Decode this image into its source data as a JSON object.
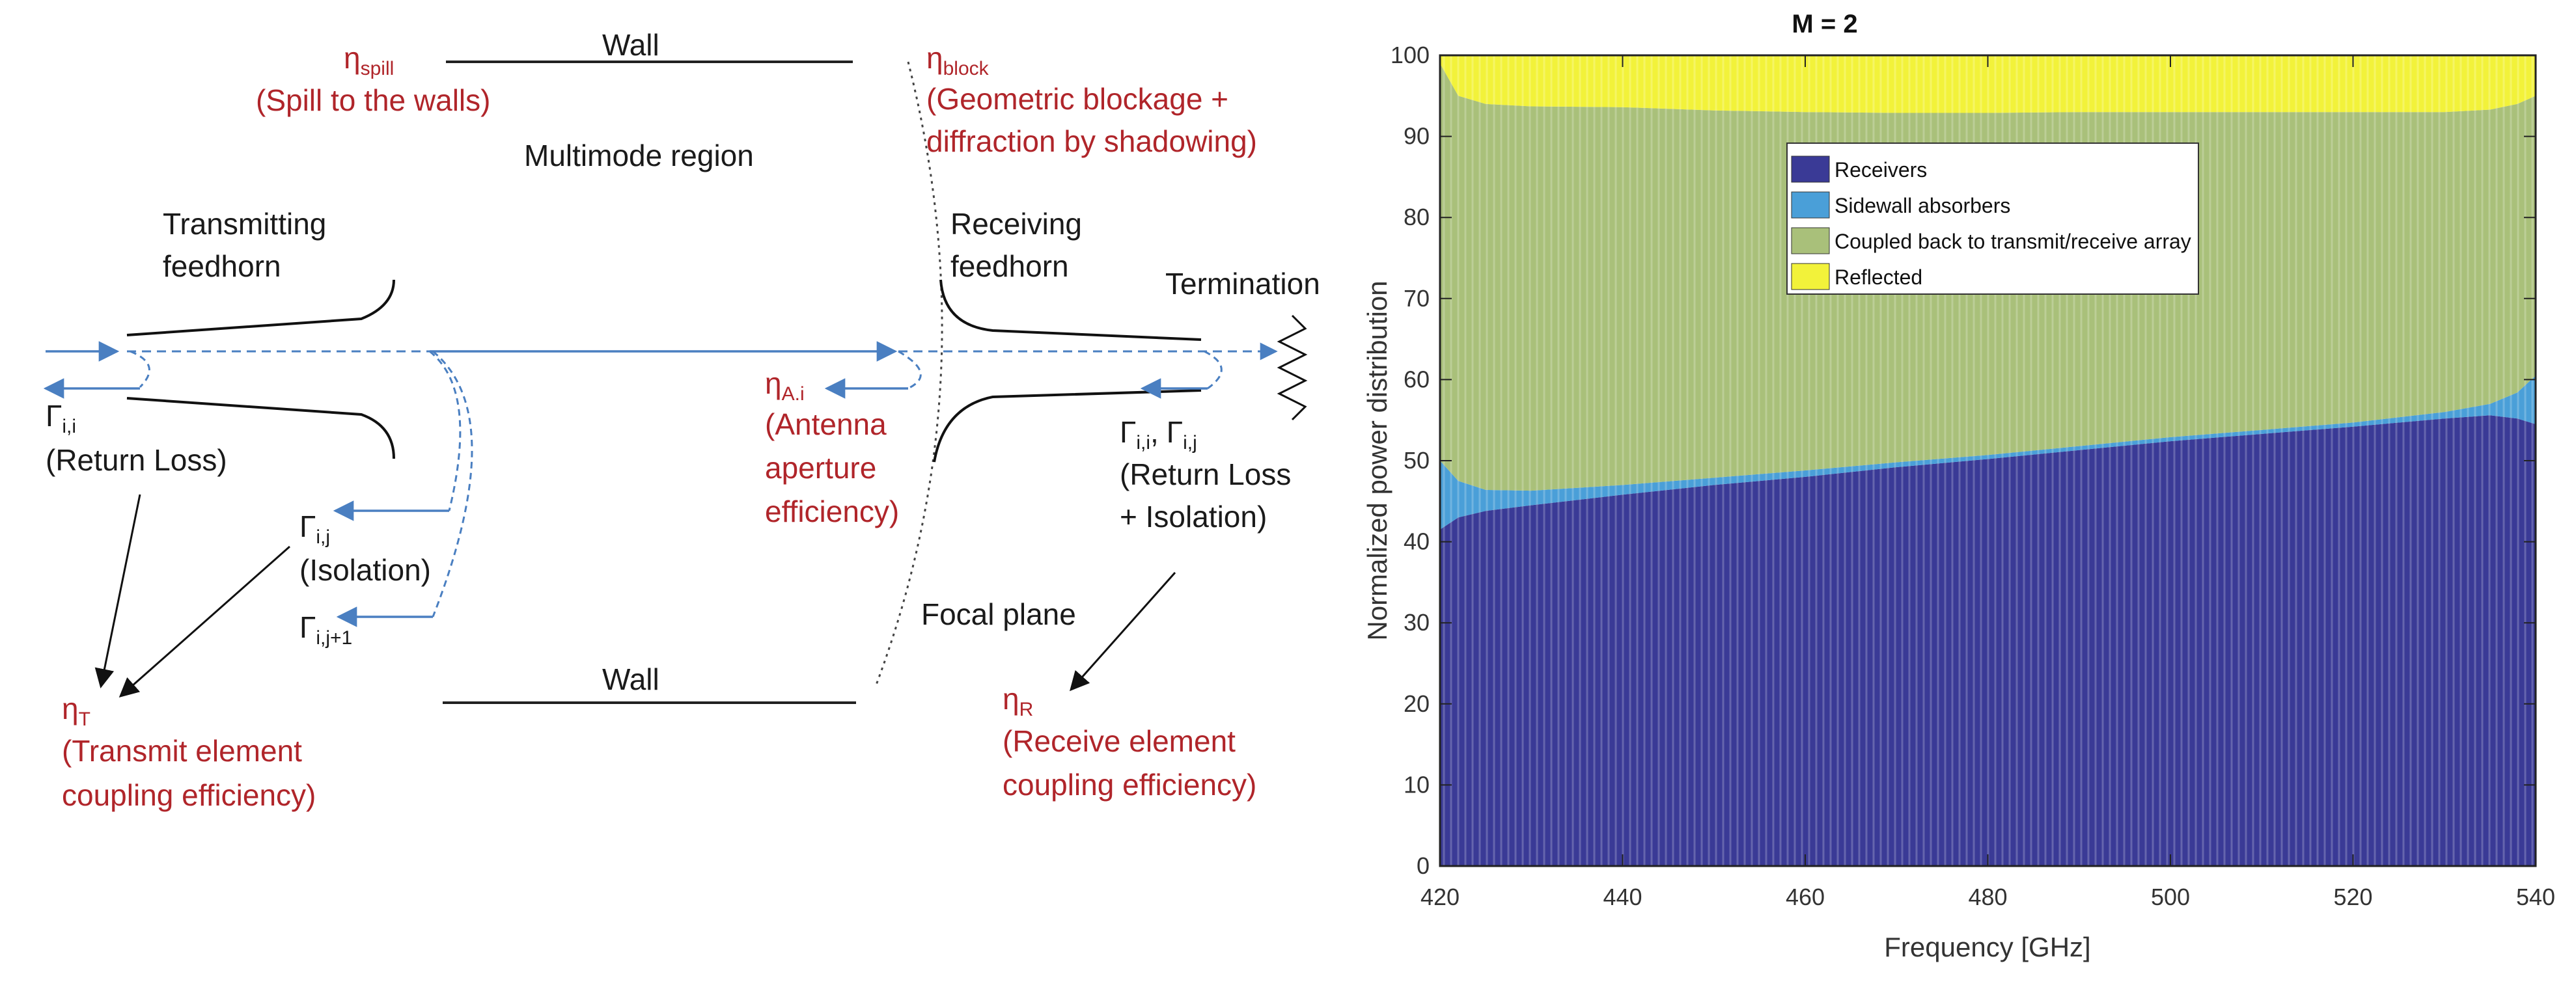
{
  "diagram": {
    "wall_top": "Wall",
    "wall_bottom": "Wall",
    "multimode_region": "Multimode region",
    "transmitting_feedhorn": [
      "Transmitting",
      "feedhorn"
    ],
    "receiving_feedhorn": [
      "Receiving",
      "feedhorn"
    ],
    "termination": "Termination",
    "focal_plane": "Focal plane",
    "eta_spill": {
      "symbol": "η",
      "sub": "spill",
      "desc": "(Spill to the walls)"
    },
    "eta_block": {
      "symbol": "η",
      "sub": "block",
      "desc": [
        "(Geometric blockage +",
        "diffraction by shadowing)"
      ]
    },
    "eta_aperture": {
      "symbol": "η",
      "sub": "A.i",
      "desc": [
        "(Antenna",
        "aperture",
        "efficiency)"
      ]
    },
    "eta_transmit": {
      "symbol": "η",
      "sub": "T",
      "desc": [
        "(Transmit element",
        "coupling efficiency)"
      ]
    },
    "eta_receive": {
      "symbol": "η",
      "sub": "R",
      "desc": [
        "(Receive element",
        "coupling efficiency)"
      ]
    },
    "gamma_return_loss": {
      "symbol": "Γ",
      "sub": "i,i",
      "desc": "(Return Loss)"
    },
    "gamma_isolation": {
      "symbol": "Γ",
      "sub": "i,j",
      "desc": "(Isolation)"
    },
    "gamma_next": {
      "symbol": "Γ",
      "sub": "i,j+1"
    },
    "gamma_receive_pair": {
      "symbol_a": "Γ",
      "sub_a": "i,i",
      "sep": ",",
      "symbol_b": "Γ",
      "sub_b": "i,j",
      "desc": [
        "(Return Loss",
        "+ Isolation)"
      ]
    },
    "colors": {
      "label_red": "#b0252a",
      "arrow_blue": "#4a7fc1",
      "text_dark": "#1a1a1a"
    }
  },
  "chart_data": {
    "type": "area",
    "title": "M = 2",
    "xlabel": "Frequency [GHz]",
    "ylabel": "Normalized power distribution",
    "xlim": [
      420,
      540
    ],
    "ylim": [
      0,
      100
    ],
    "xticks": [
      420,
      440,
      460,
      480,
      500,
      520,
      540
    ],
    "yticks": [
      0,
      10,
      20,
      30,
      40,
      50,
      60,
      70,
      80,
      90,
      100
    ],
    "stacked": true,
    "x": [
      420,
      422,
      425,
      430,
      440,
      450,
      460,
      470,
      480,
      490,
      500,
      510,
      520,
      530,
      535,
      538,
      540
    ],
    "series": [
      {
        "name": "Receivers",
        "color": "#3a3a96",
        "values": [
          41.5,
          43.0,
          43.8,
          44.5,
          45.8,
          47.0,
          48.0,
          49.2,
          50.2,
          51.3,
          52.4,
          53.3,
          54.2,
          55.2,
          55.6,
          55.2,
          54.5
        ]
      },
      {
        "name": "Sidewall absorbers",
        "color": "#4a9fd8",
        "values": [
          8.5,
          4.5,
          2.6,
          1.8,
          1.2,
          0.9,
          0.8,
          0.6,
          0.5,
          0.5,
          0.5,
          0.5,
          0.5,
          0.8,
          1.4,
          3.2,
          6.0
        ]
      },
      {
        "name": "Coupled back to transmit/receive array",
        "color": "#a9c07a",
        "values": [
          49.0,
          47.5,
          47.6,
          47.4,
          46.6,
          45.3,
          44.2,
          43.1,
          42.2,
          41.2,
          40.1,
          39.2,
          38.3,
          37.0,
          36.3,
          35.6,
          34.5
        ]
      },
      {
        "name": "Reflected",
        "color": "#f2f23a",
        "values": [
          1.0,
          5.0,
          6.0,
          6.3,
          6.4,
          6.8,
          7.0,
          7.1,
          7.1,
          7.0,
          7.0,
          7.0,
          7.0,
          7.0,
          6.7,
          6.0,
          5.0
        ]
      }
    ],
    "legend": "top-left",
    "grid": false
  }
}
